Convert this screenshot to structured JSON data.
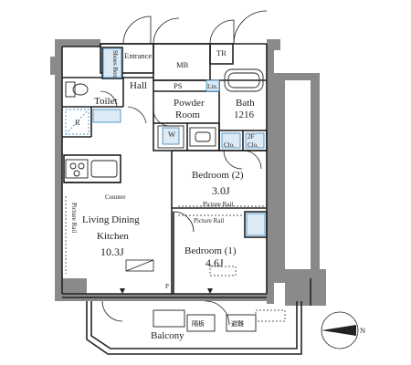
{
  "rooms": {
    "shoes_box": "Shoes Box",
    "entrance": "Entrance",
    "mb": "MB",
    "tr": "TR",
    "hall": "Hall",
    "ps": "PS",
    "lin": "Lin.",
    "powder_room_1": "Powder",
    "powder_room_2": "Room",
    "bath_1": "Bath",
    "bath_2": "1216",
    "toilet": "Toilet",
    "r": "R",
    "w": "W",
    "clo_1": "Clo.",
    "clo_2": "Clo.",
    "clo_upper": "2F",
    "bedroom2_name": "Bedroom (2)",
    "bedroom2_size": "3.0J",
    "picture_rail_1": "Picture Rail",
    "picture_rail_2": "Picture Rail",
    "picture_rail_3": "Picture Rail",
    "bedroom1_name": "Bedroom (1)",
    "bedroom1_size": "4.6J",
    "counter": "Counter",
    "ldk_1": "Living Dining",
    "ldk_2": "Kitchen",
    "ldk_size": "10.3J",
    "p": "P",
    "balcony": "Balcony",
    "evac_1": "隔板",
    "evac_2": "避難",
    "north": "N"
  },
  "colors": {
    "wall": "#8a8a8a",
    "accent": "#4a90c4",
    "line": "#222222"
  }
}
